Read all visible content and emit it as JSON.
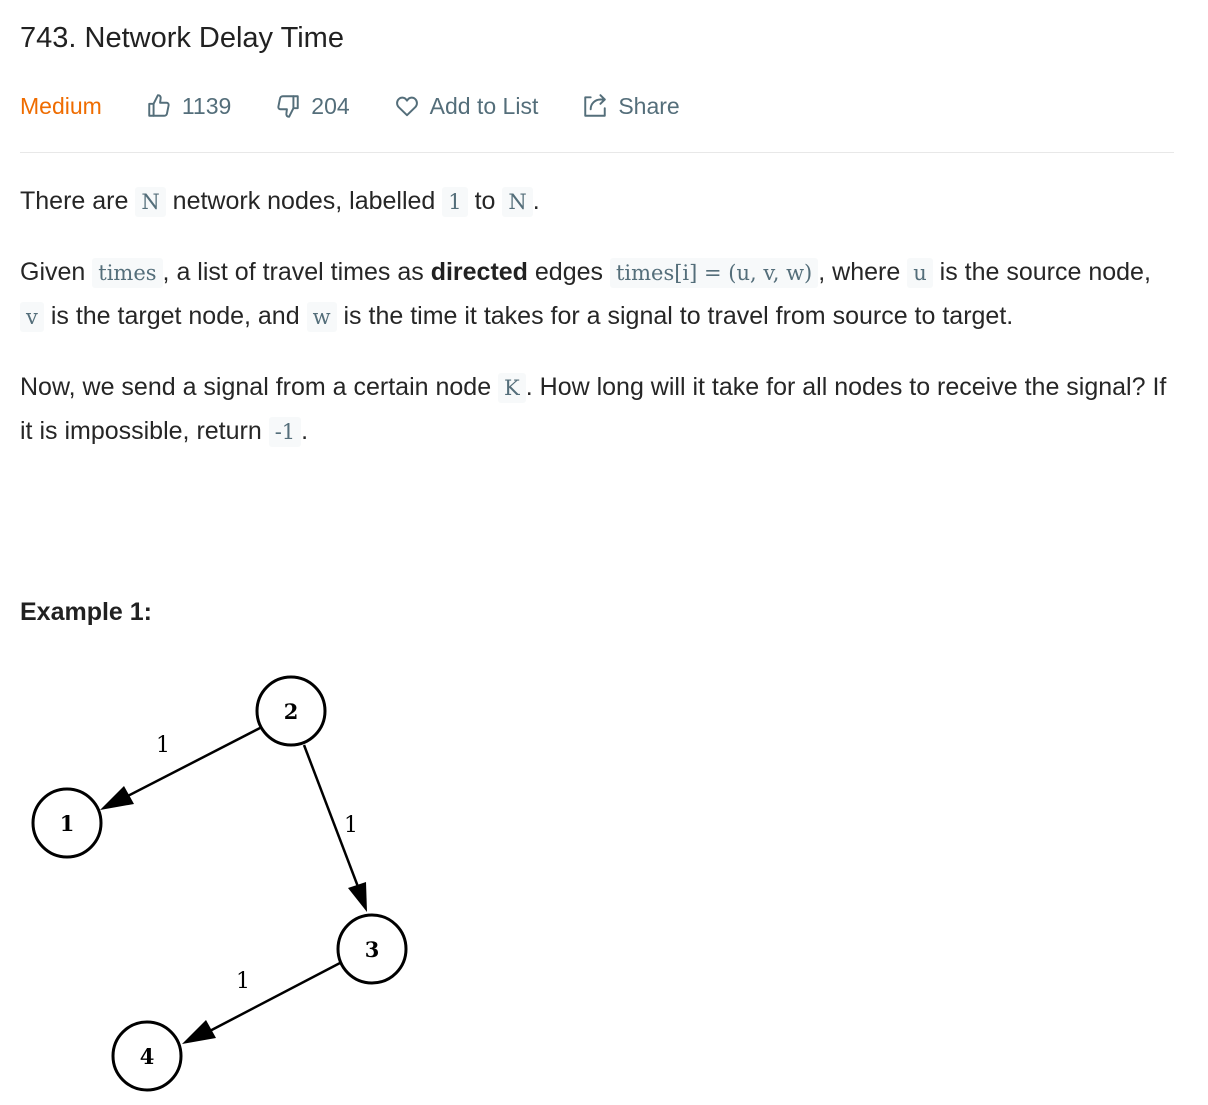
{
  "problem": {
    "title": "743. Network Delay Time",
    "difficulty": "Medium",
    "likes": "1139",
    "dislikes": "204",
    "add_to_list": "Add to List",
    "share": "Share"
  },
  "description": {
    "p1": {
      "t1": "There are ",
      "c1": "N",
      "t2": " network nodes, labelled ",
      "c2": "1",
      "t3": " to ",
      "c3": "N",
      "t4": "."
    },
    "p2": {
      "t1": "Given ",
      "c1": "times",
      "t2": ", a list of travel times as ",
      "b1": "directed",
      "t3": " edges ",
      "c2": "times[i] = (u, v, w)",
      "t4": ", where ",
      "c3": "u",
      "t5": " is the source node, ",
      "c4": "v",
      "t6": " is the target node, and ",
      "c5": "w",
      "t7": " is the time it takes for a signal to travel from source to target."
    },
    "p3": {
      "t1": "Now, we send a signal from a certain node ",
      "c1": "K",
      "t2": ". How long will it take for all nodes to receive the signal? If it is impossible, return ",
      "c2": "-1",
      "t3": "."
    }
  },
  "example": {
    "heading": "Example 1:",
    "graph": {
      "nodes": [
        "2",
        "1",
        "3",
        "4"
      ],
      "edge_weights": [
        "1",
        "1",
        "1"
      ]
    }
  },
  "colors": {
    "difficulty_medium": "#ef6c00",
    "icon_gray": "#546e7a",
    "code_bg": "#f7f9fa"
  }
}
